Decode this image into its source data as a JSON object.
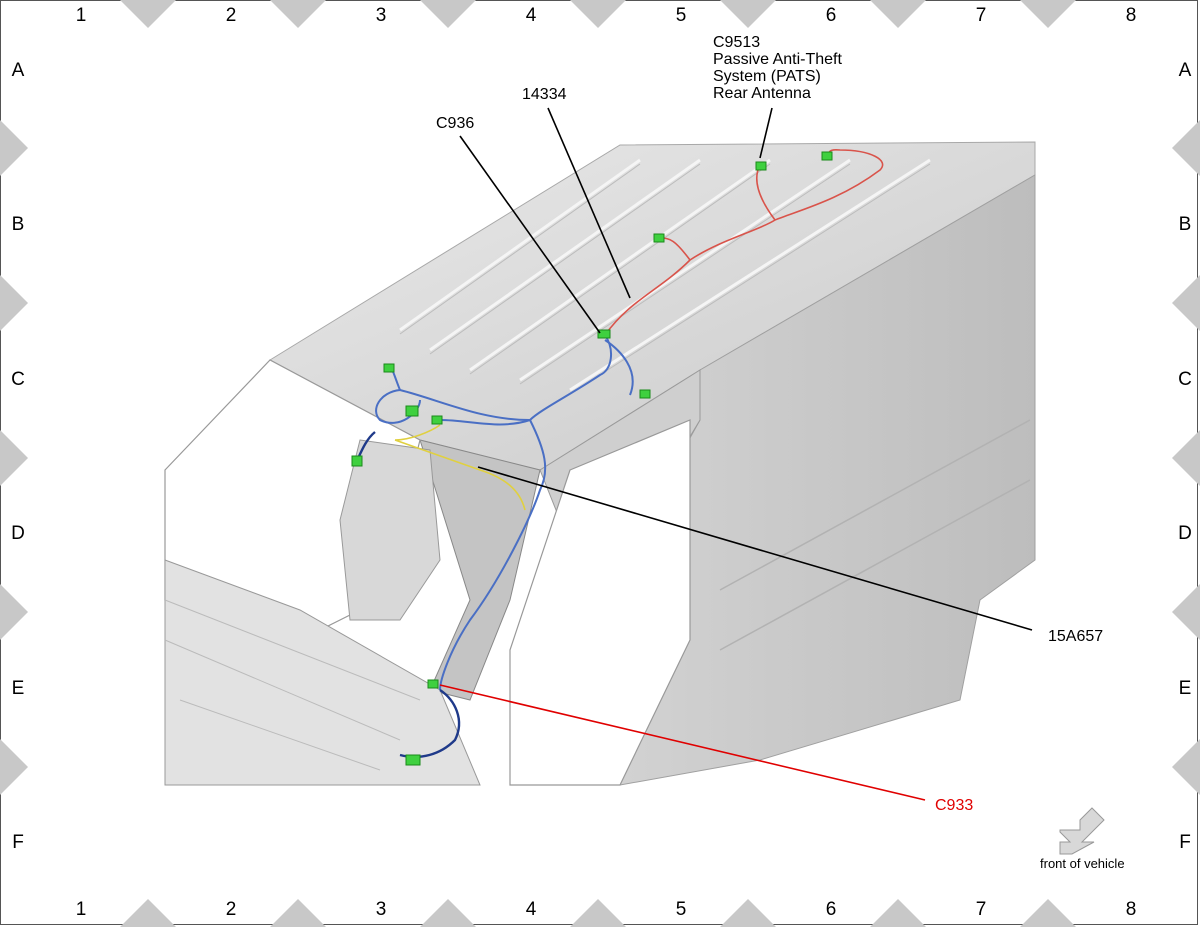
{
  "grid": {
    "columns": [
      "1",
      "2",
      "3",
      "4",
      "5",
      "6",
      "7",
      "8"
    ],
    "rows": [
      "A",
      "B",
      "C",
      "D",
      "E",
      "F"
    ]
  },
  "callouts": {
    "c9513": [
      "C9513",
      "Passive Anti-Theft",
      "System (PATS)",
      "Rear Antenna"
    ],
    "w14334": "14334",
    "c936": "C936",
    "w15a657": "15A657",
    "c933": "C933"
  },
  "orientation": {
    "label": "front of vehicle",
    "icon": "arrow-down-left-icon"
  },
  "colors": {
    "callout_line": "#000000",
    "highlight_callout": "#e00000",
    "harness_blue": "#4a6fc4",
    "harness_red": "#d9534a",
    "harness_yellow": "#e0d040",
    "connector_green": "#3fd03f",
    "body_panel": "#d9d9d9"
  }
}
